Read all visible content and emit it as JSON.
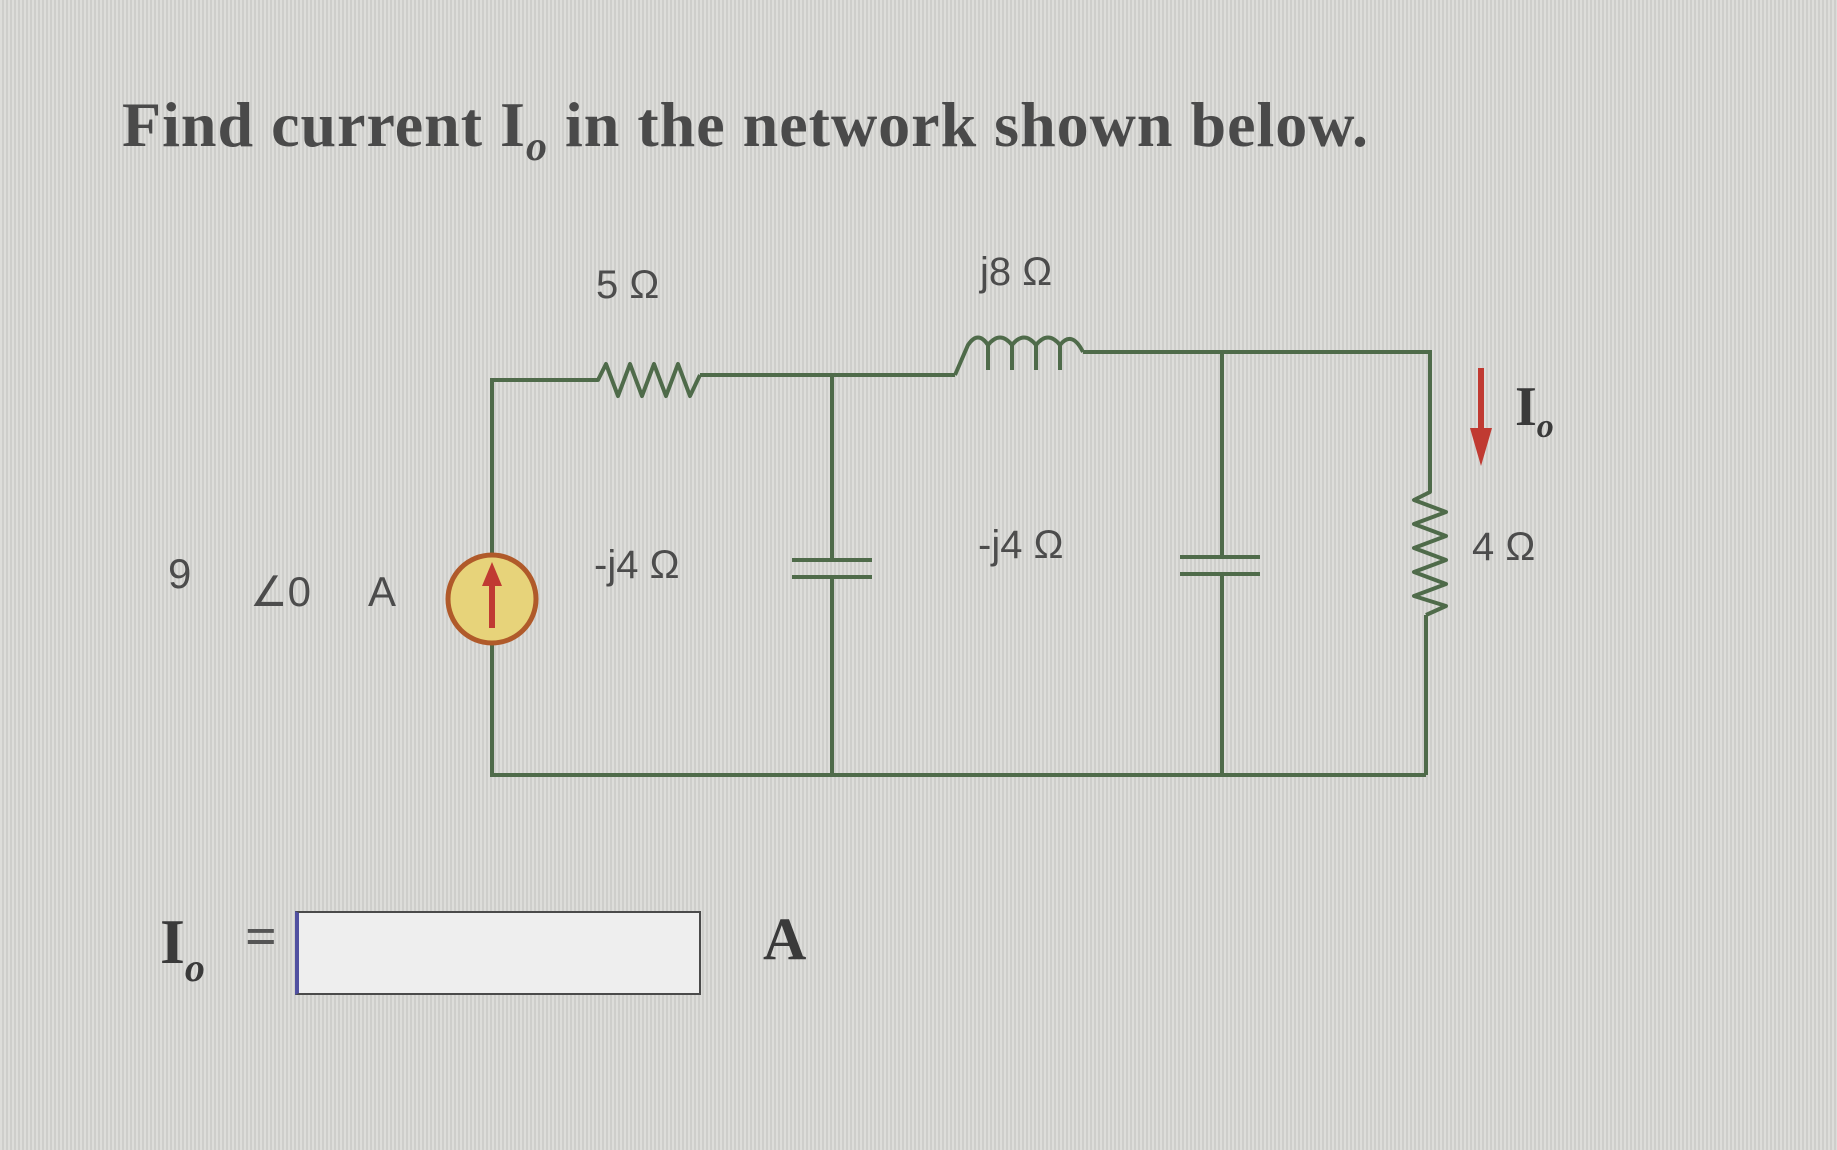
{
  "question": {
    "text_before": "Find current I",
    "subscript": "o",
    "text_after": " in the network shown below."
  },
  "circuit": {
    "source": {
      "magnitude": "9",
      "angle": "∠0",
      "unit": "A"
    },
    "resistor_top": "5 Ω",
    "inductor_top": "j8 Ω",
    "capacitor_1": "-j4 Ω",
    "capacitor_2": "-j4 Ω",
    "resistor_right": "4 Ω",
    "current_label": "I",
    "current_label_sub": "o"
  },
  "answer": {
    "label": "I",
    "label_sub": "o",
    "equals": "=",
    "value": "",
    "unit": "A"
  },
  "colors": {
    "wire": "#4f6b4a",
    "arrow": "#c03a32",
    "source_fill": "#e7d37a",
    "source_ring": "#b05a2a"
  }
}
